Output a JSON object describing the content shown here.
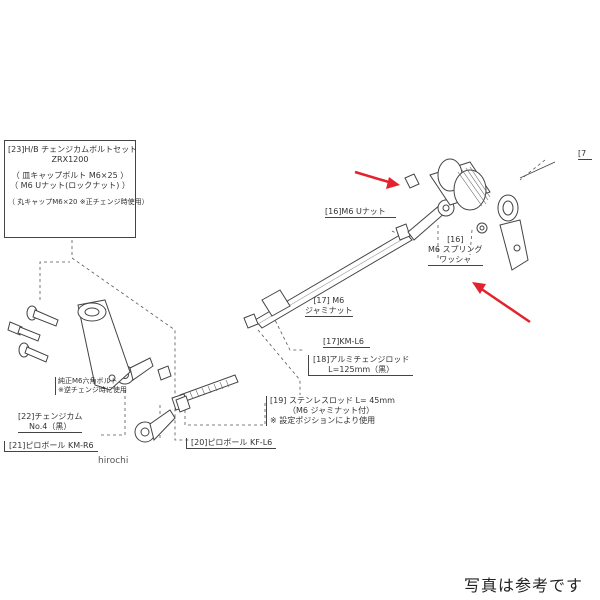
{
  "callouts": {
    "c23": {
      "lines": [
        "[23]H/B チェンジカムボルトセット",
        "ZRX1200",
        "（ 皿キャップボルト M6×25 ）",
        "（ M6 Uナット(ロックナット) ）",
        "（ 丸キャップM6×20 ※正チェンジ時使用）"
      ]
    },
    "c16_unut": "[16]M6 Uナット",
    "c16_washer": [
      "[16]",
      "M6 スプリング",
      "ワッシャ"
    ],
    "c7": "[7",
    "c17_jam": [
      "[17] M6",
      "ジャミナット"
    ],
    "c17_km": "[17]KM-L6",
    "c18": [
      "[18]アルミチェンジロッド",
      "L=125mm（黒）"
    ],
    "c19": [
      "[19] ステンレスロッド L= 45mm",
      "（M6 ジャミナット付）",
      "※ 設定ポジションにより使用"
    ],
    "c20": "[20]ピロボール KF-L6",
    "c21": "[21]ピロボール KM-R6",
    "c22": [
      "[22]チェンジカム",
      "No.4（黒）"
    ],
    "jun": [
      "純正M6六角ボルト",
      "※逆チェンジ時に使用"
    ]
  },
  "watermark": "hirochi",
  "footer": "写真は参考です",
  "colors": {
    "arrow": "#e4222e",
    "line": "#333333",
    "part": "#555555"
  }
}
